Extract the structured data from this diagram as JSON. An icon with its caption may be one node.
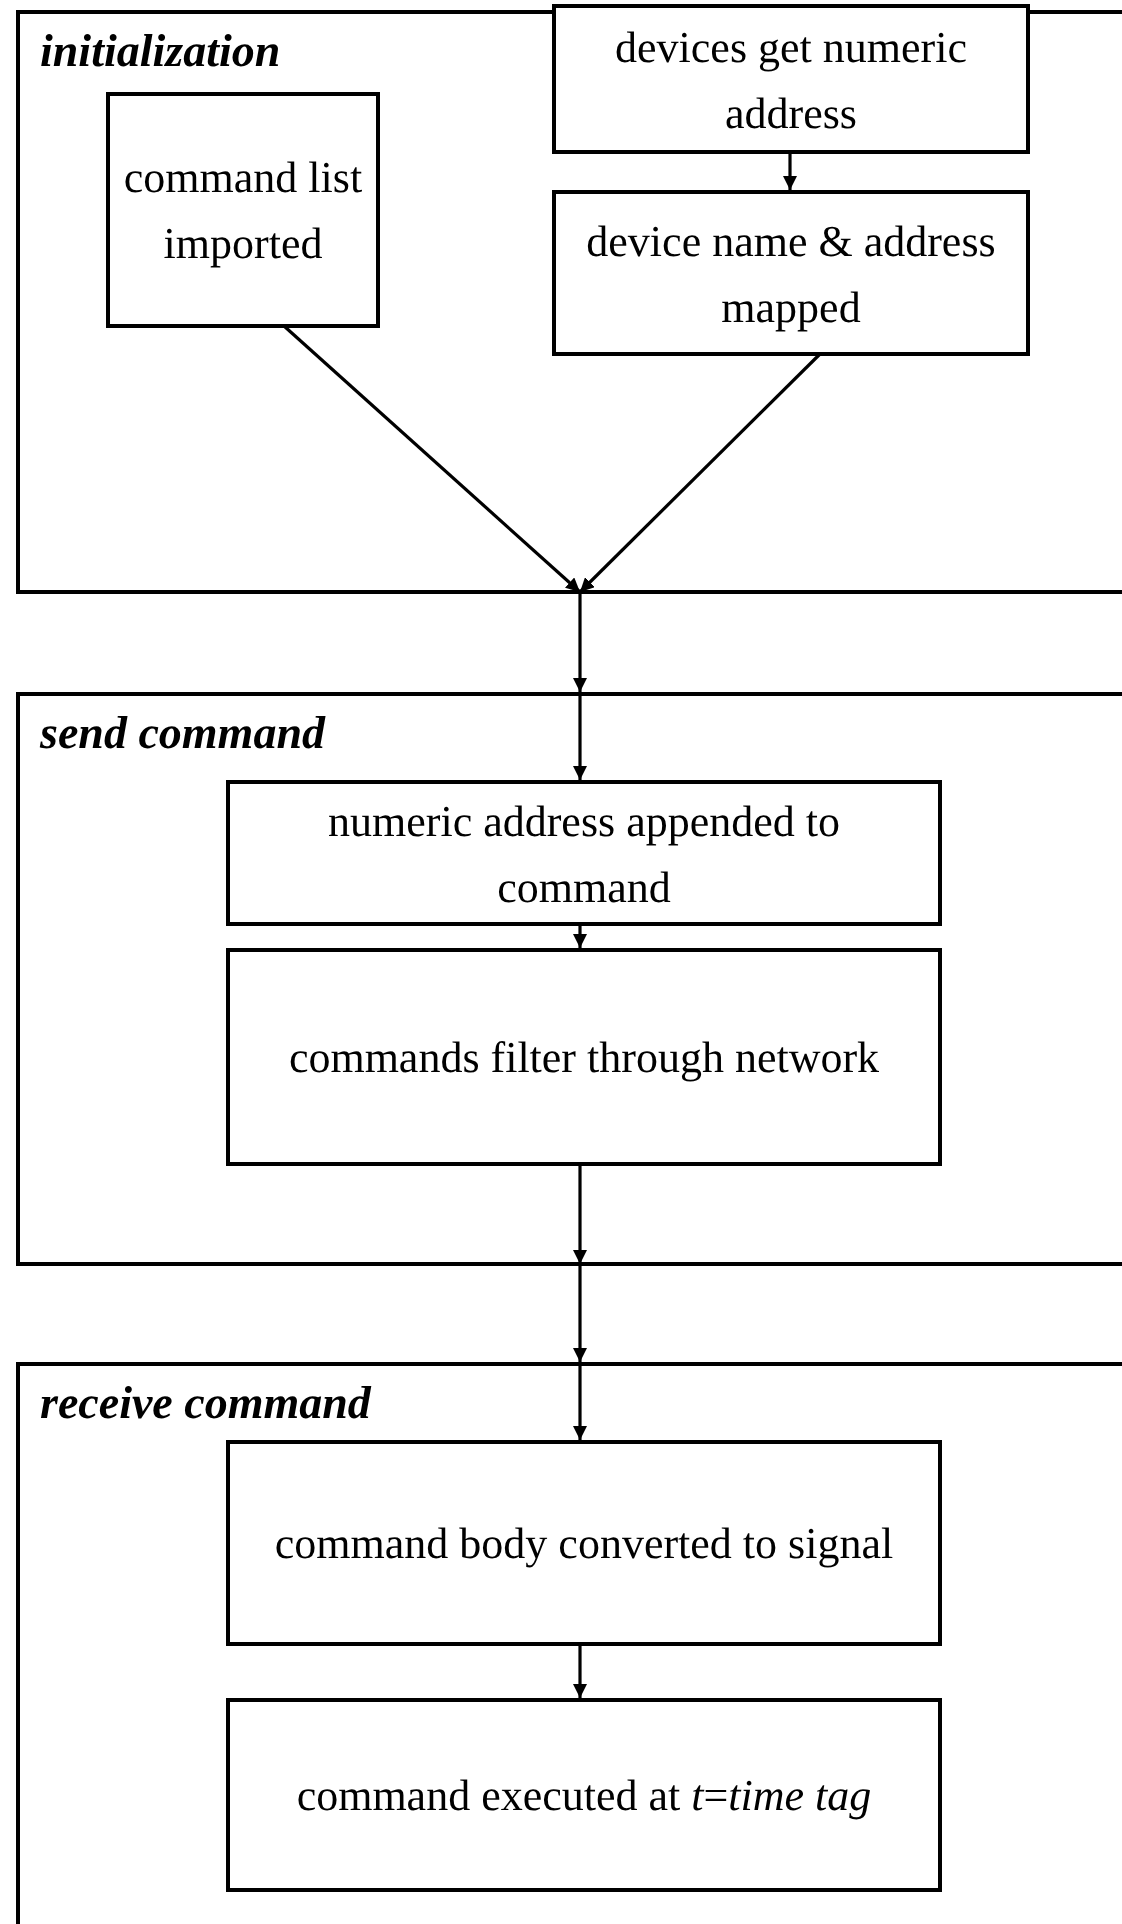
{
  "diagram": {
    "nodes": [
      {
        "text": [
          "initialization"
        ]
      },
      {
        "text": [
          "command list imported"
        ],
        "in": 0
      },
      {
        "text": [
          "devices get numeric address"
        ],
        "in": 0
      },
      {
        "text": [
          "device name & address mapped"
        ],
        "in": 0
      },
      {
        "text": [
          "send command"
        ]
      },
      {
        "text": [
          "numeric address appended to command"
        ],
        "in": 4
      },
      {
        "text": [
          "commands filter through network"
        ],
        "in": 4
      },
      {
        "text": [
          "receive command"
        ]
      },
      {
        "text": [
          "command body converted to signal"
        ],
        "in": 7
      },
      {
        "text": [
          "command executed at *t*=*time tag*"
        ],
        "in": 7
      }
    ],
    "edges": [
      {
        "from": 2,
        "to": 3,
        "arrow": "to"
      },
      {
        "from": 1,
        "to": 0,
        "arrow": "to"
      },
      {
        "from": 3,
        "to": 0,
        "arrow": "to"
      },
      {
        "from": 0,
        "to": 4,
        "arrow": "to"
      },
      {
        "from": 4,
        "to": 5,
        "arrow": "to"
      },
      {
        "from": 5,
        "to": 6,
        "arrow": "to"
      },
      {
        "from": 6,
        "to": 4,
        "arrow": "to"
      },
      {
        "from": 4,
        "to": 7,
        "arrow": "to"
      },
      {
        "from": 7,
        "to": 8,
        "arrow": "to"
      },
      {
        "from": 8,
        "to": 9,
        "arrow": "to"
      }
    ]
  }
}
